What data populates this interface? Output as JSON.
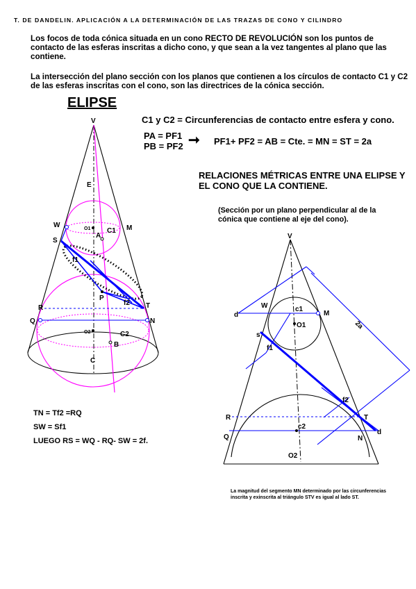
{
  "header": {
    "title": "T. DE DANDELIN. APLICACIÓN A LA DETERMINACIÓN DE LAS TRAZAS DE CONO Y CILINDRO"
  },
  "intro": {
    "paragraph1": "Los focos de toda cónica situada en un cono RECTO DE REVOLUCIÓN son los puntos de contacto de las esferas inscritas a dicho cono, y que sean a la vez tangentes al plano que las contiene.",
    "paragraph2": "La intersección del plano sección con los planos que contienen a los círculos de contacto C1 y C2 de las esferas inscritas con el cono, son las directrices de la cónica sección."
  },
  "section_title": "ELIPSE",
  "definitions": {
    "circles": "C1 y C2 = Circunferencias de contacto entre esfera y cono.",
    "pa": "PA = PF1",
    "pb": "PB = PF2",
    "arrow": "➞",
    "sum": "PF1+ PF2 = AB = Cte. = MN = ST = 2a"
  },
  "relations": {
    "title": "RELACIONES MÉTRICAS ENTRE UNA ELIPSE Y EL CONO QUE LA CONTIENE.",
    "subtitle": "(Sección por un plano perpendicular al de la cónica que contiene al eje del cono)."
  },
  "equations": {
    "eq1": "TN = Tf2 =RQ",
    "eq2": "SW = Sf1",
    "eq3": "LUEGO RS = WQ - RQ- SW = 2f."
  },
  "note": "La magnitud del segmento MN determinado por las circunferencias inscrita y exinscrita al triángulo STV es igual al lado ST.",
  "figure_left_labels": {
    "V": "V",
    "E": "E",
    "W": "W",
    "M": "M",
    "O1": "O1",
    "C1": "C1",
    "A": "A",
    "S": "S",
    "f1": "f1",
    "P": "P",
    "f2": "f2",
    "R": "R",
    "T": "T",
    "Q": "Q",
    "N": "N",
    "O2": "O2",
    "C2": "C2",
    "B": "B",
    "C": "C"
  },
  "figure_right_labels": {
    "V": "V",
    "W": "W",
    "c1": "c1",
    "M": "M",
    "d_left": "d",
    "O1": "O1",
    "s": "s",
    "f1": "f1",
    "two_a": "2a",
    "f2": "f2",
    "R": "R",
    "T": "T",
    "c2": "c2",
    "Q": "Q",
    "N": "N",
    "d_right": "d",
    "O2": "O2"
  },
  "colors": {
    "magenta": "#ff00ff",
    "blue": "#0000ff",
    "black": "#000000"
  }
}
